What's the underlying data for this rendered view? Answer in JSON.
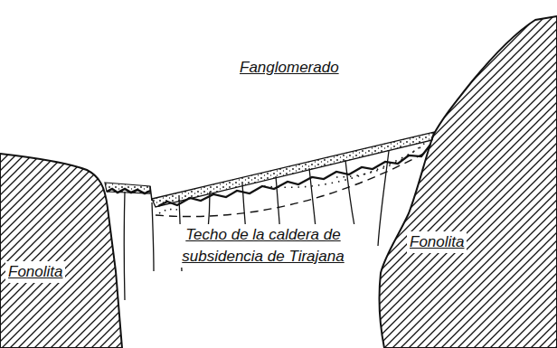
{
  "diagram": {
    "labels": [
      "Fanglomerado",
      "Techo de la caldera de subsidencia de Tirajana",
      "Fonolita",
      "Fonolita"
    ]
  }
}
